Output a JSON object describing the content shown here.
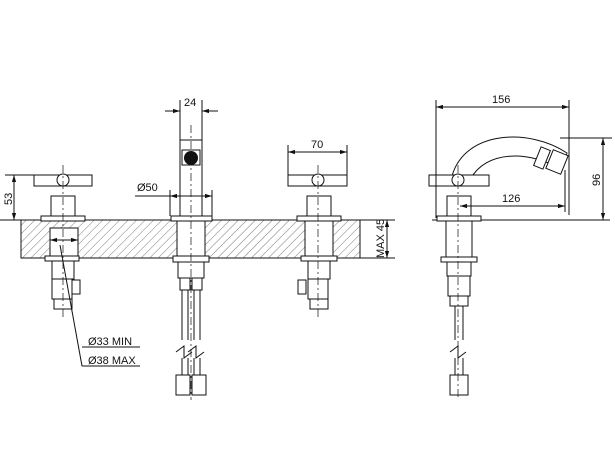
{
  "dimensions": {
    "spout_width": "24",
    "handle_width": "70",
    "handle_height": "53",
    "base_diameter": "Ø50",
    "deck_thickness": "MAX 45",
    "hole_min": "Ø33 MIN",
    "hole_max": "Ø38 MAX",
    "side_length": "156",
    "spout_reach": "126",
    "side_height": "96"
  },
  "colors": {
    "line": "#111111",
    "background": "#ffffff"
  }
}
